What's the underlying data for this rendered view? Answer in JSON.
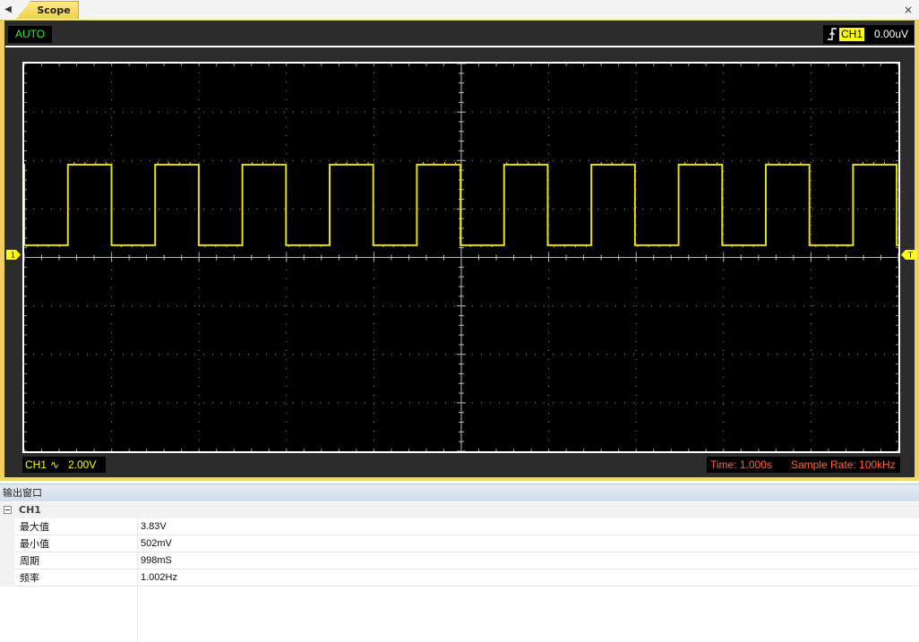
{
  "tabs": {
    "prev_icon": "◀",
    "active_label": "Scope",
    "close_icon": "×"
  },
  "scope": {
    "mode": "AUTO",
    "trigger": {
      "edge_icon": "rising-edge-icon",
      "channel": "CH1",
      "level": "0.00uV"
    },
    "channel_marker": "1",
    "trigger_marker": "T",
    "channel_info": {
      "channel": "CH1",
      "coupling_icon": "∿",
      "scale": "2.00V"
    },
    "timebase": "Time: 1.000s",
    "sample_rate": "Sample Rate: 100kHz",
    "colors": {
      "trace": "#e8e000",
      "background": "#000000",
      "frame": "#2c2c2c",
      "accent": "#f0d060",
      "mode_text": "#33ee33",
      "time_text": "#ff6633"
    }
  },
  "chart_data": {
    "type": "line",
    "x_divisions": 10,
    "y_divisions": 8,
    "time_per_div_s": 1.0,
    "volts_per_div": 2.0,
    "x_range_s": [
      0,
      10
    ],
    "y_range_v": [
      -8,
      8
    ],
    "grid": true,
    "series": [
      {
        "channel": "CH1",
        "waveform": "square",
        "high_v": 3.83,
        "low_v": 0.502,
        "period_s": 0.998,
        "first_rising_edge_s": 0.5
      }
    ]
  },
  "output_panel": {
    "title": "输出窗口",
    "group": "CH1",
    "rows": [
      {
        "name": "最大值",
        "value": "3.83V"
      },
      {
        "name": "最小值",
        "value": "502mV"
      },
      {
        "name": "周期",
        "value": "998mS"
      },
      {
        "name": "频率",
        "value": "1.002Hz"
      }
    ]
  }
}
